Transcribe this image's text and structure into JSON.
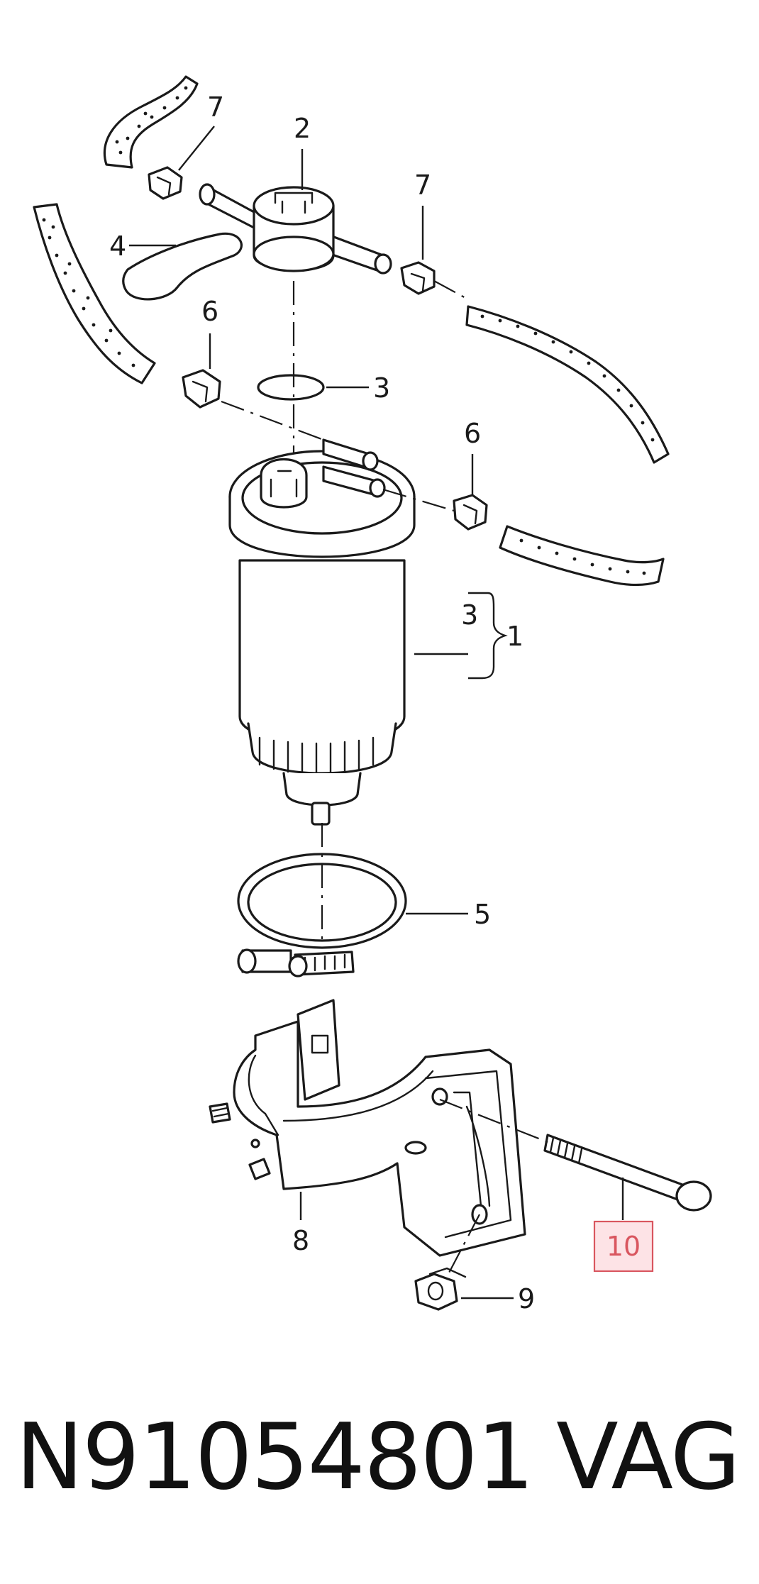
{
  "diagram": {
    "callouts": {
      "c1": "1",
      "c2": "2",
      "c3a": "3",
      "c3b": "3",
      "c4": "4",
      "c5": "5",
      "c6a": "6",
      "c6b": "6",
      "c7a": "7",
      "c7b": "7",
      "c8": "8",
      "c9": "9",
      "c10": "10"
    },
    "highlighted_callout": "10",
    "highlight_color": "#d9565f"
  },
  "footer": {
    "part_number": "N91054801",
    "brand": "VAG"
  }
}
